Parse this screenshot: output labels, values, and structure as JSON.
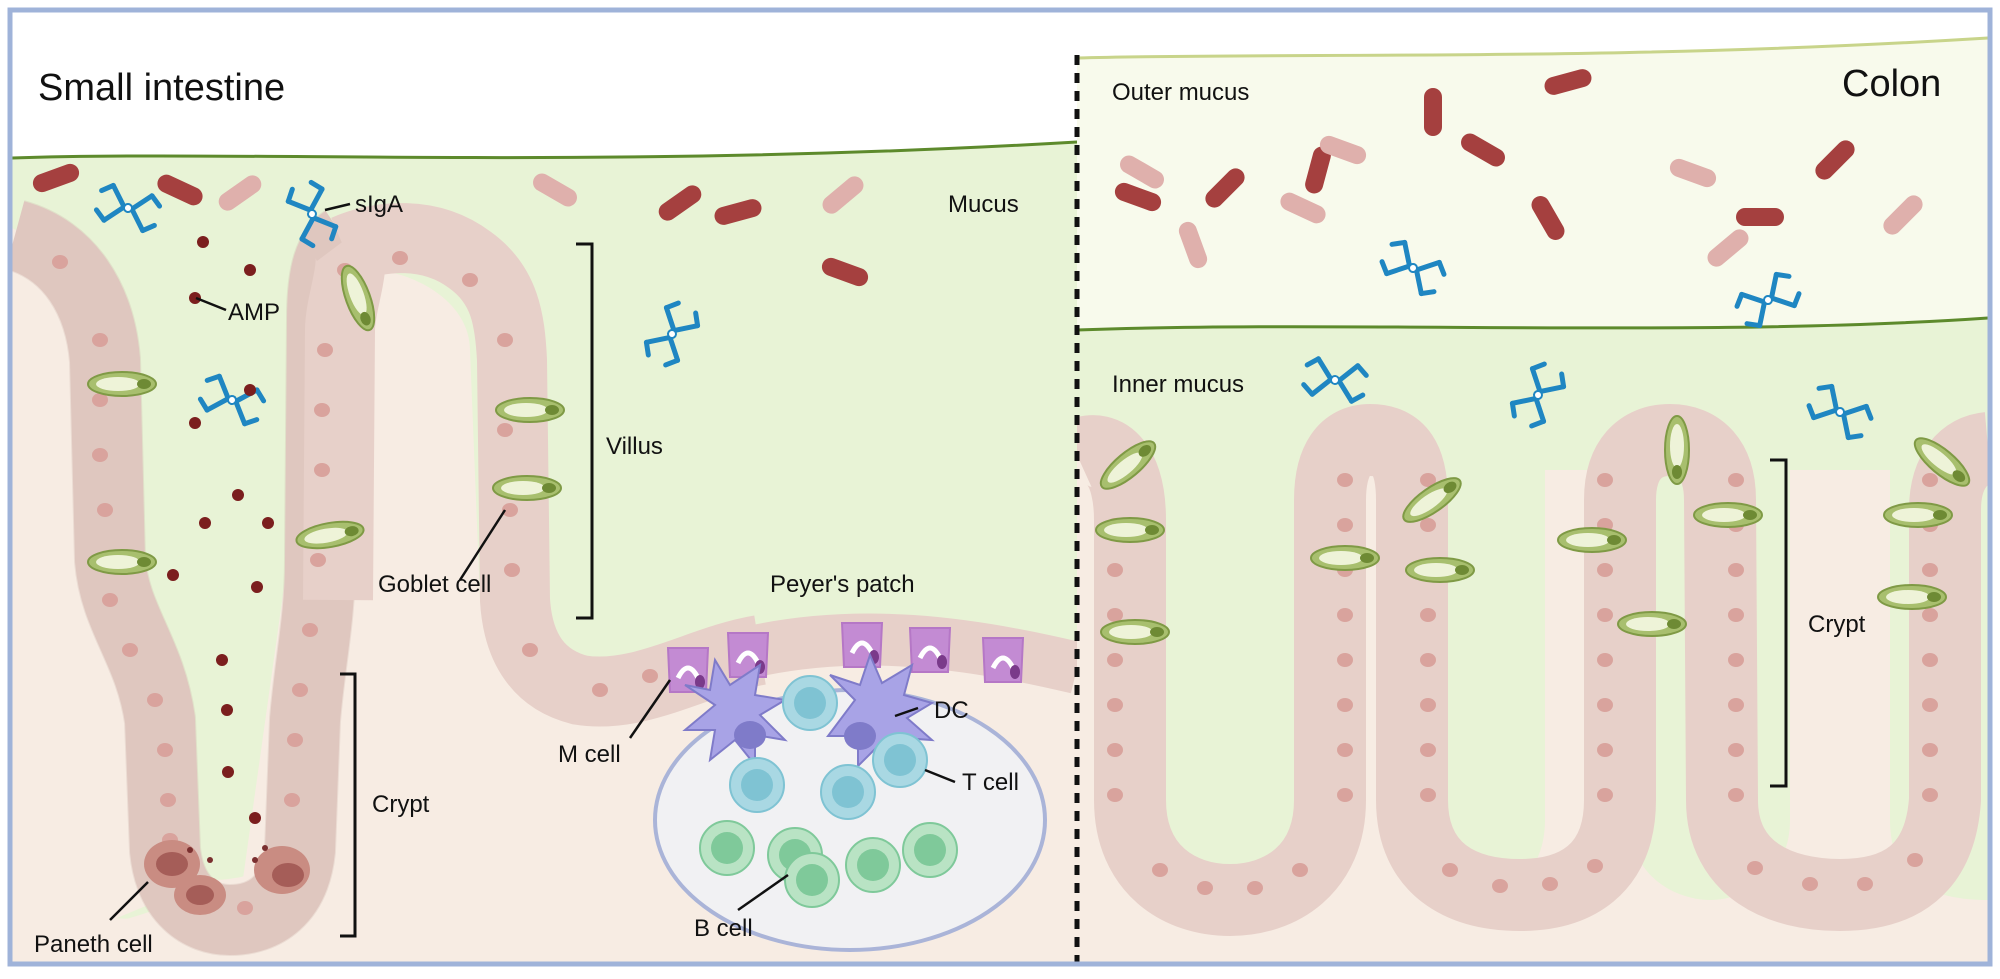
{
  "panels": {
    "small_intestine": {
      "title": "Small intestine",
      "labels": {
        "mucus": "Mucus",
        "sIgA": "sIgA",
        "amp": "AMP",
        "villus": "Villus",
        "goblet_cell": "Goblet cell",
        "crypt": "Crypt",
        "paneth_cell": "Paneth cell",
        "peyers_patch": "Peyer's patch",
        "m_cell": "M cell",
        "dc": "DC",
        "t_cell": "T cell",
        "b_cell": "B cell"
      }
    },
    "colon": {
      "title": "Colon",
      "labels": {
        "outer_mucus": "Outer mucus",
        "inner_mucus": "Inner mucus",
        "crypt": "Crypt"
      }
    }
  },
  "colors": {
    "frame": "#9fb3d9",
    "mucus_green": "#e8f3d6",
    "outer_mucus": "#f8faec",
    "tissue": "#f7ece3",
    "epithelium": "#ecd5cf",
    "nucleus": "#d9a39d",
    "goblet": "#a8bf6e",
    "bacteria_dark": "#a5403f",
    "bacteria_light": "#dfb0ac",
    "antibody": "#1f86c2",
    "amp": "#7b1e1e",
    "m_cell": "#b577c6",
    "dc": "#a8a3e6",
    "t_cell": "#7fc3d3",
    "b_cell": "#7fc99a",
    "peyer_fill": "#f1f1f3"
  }
}
